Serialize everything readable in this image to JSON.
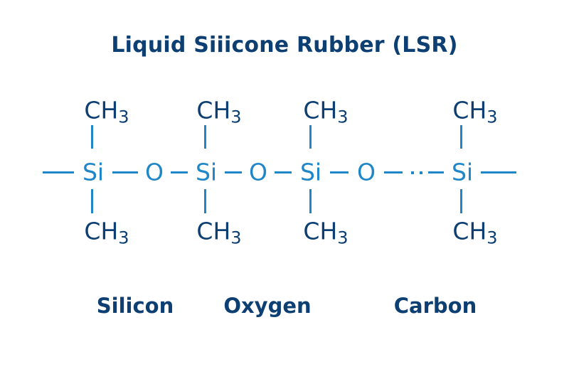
{
  "title": "Liquid Siiicone Rubber (LSR)",
  "colors": {
    "title": "#0d3f73",
    "backbone": "#1f86c8",
    "methyl": "#0d3f73",
    "labels": "#0d3f73",
    "background": "#ffffff"
  },
  "structure": {
    "units": [
      {
        "atom": "Si",
        "top_group": {
          "base": "CH",
          "sub": "3"
        },
        "bottom_group": {
          "base": "CH",
          "sub": "3"
        }
      },
      {
        "atom": "Si",
        "top_group": {
          "base": "CH",
          "sub": "3"
        },
        "bottom_group": {
          "base": "CH",
          "sub": "3"
        }
      },
      {
        "atom": "Si",
        "top_group": {
          "base": "CH",
          "sub": "3"
        },
        "bottom_group": {
          "base": "CH",
          "sub": "3"
        }
      },
      {
        "atom": "Si",
        "top_group": {
          "base": "CH",
          "sub": "3"
        },
        "bottom_group": {
          "base": "CH",
          "sub": "3"
        }
      }
    ],
    "linkers": [
      "O",
      "O",
      "O"
    ],
    "continuation": "··"
  },
  "legend": {
    "labels": [
      "Silicon",
      "Oxygen",
      "Carbon"
    ]
  }
}
